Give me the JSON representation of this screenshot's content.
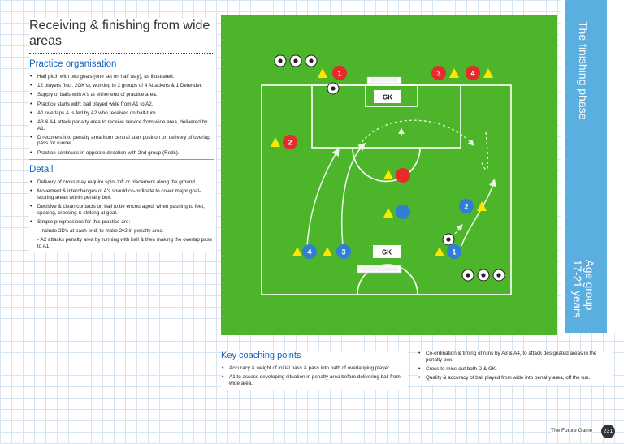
{
  "title": "Receiving & finishing from wide areas",
  "practice_organisation": {
    "heading": "Practice organisation",
    "items": [
      "Half pitch with two goals (one set on half way), as illustrated.",
      "12 players (incl. 2GK's), working in 2 groups of 4 Attackers & 1 Defender.",
      "Supply of balls with A's at either end of practice area.",
      "Practice starts with; ball played wide from A1 to A2.",
      "A1 overlaps & is fed by A2 who receives on half-turn.",
      "A3 & A4 attack penalty area to receive service from wide area, delivered by A1.",
      "D recovers into penalty area from central start position on delivery of overlap pass for runner.",
      "Practice continues in opposite direction with 2nd group (Reds)."
    ]
  },
  "detail": {
    "heading": "Detail",
    "items": [
      "Delivery of cross may require spin, loft or placement along the ground.",
      "Movement & interchanges of A's should co-ordinate to cover major goal-scoring areas within penalty box.",
      "Decisive & clean contacts on ball to be encouraged, when passing to feet, spacing, crossing & striking at goal.",
      "Simple progressions for this practice are:"
    ],
    "sub_items": [
      "- Include 2D's at each end, to make 2v2 in penalty area.",
      "- A2 attacks penalty area by running with ball & then making the overlap pass to A1."
    ]
  },
  "diagram": {
    "gk_top": "GK",
    "gk_bottom": "GK",
    "red_players": [
      "1",
      "2",
      "3",
      "4"
    ],
    "blue_players": [
      "1",
      "2",
      "3",
      "4"
    ]
  },
  "side": {
    "phase": "The finishing phase",
    "age_line1": "Age group",
    "age_line2": "17-21 years"
  },
  "key_coaching_points": {
    "heading": "Key coaching points",
    "left_items": [
      "Accuracy & weight of initial pass & pass into path of overlapping player.",
      "A1 to assess developing situation in penalty area before delivering ball from wide area."
    ],
    "right_items": [
      "Co-ordination & timing of runs by A3 & A4, to attack designated areas in the penalty box.",
      "Cross to miss-out both D & GK.",
      "Quality & accuracy of ball played from wide into penalty area, off the run."
    ]
  },
  "footer": {
    "book": "The Future Game",
    "page": "231"
  },
  "colors": {
    "pitch": "#4cb52a",
    "red": "#e52b2b",
    "blue": "#2f7fd6",
    "cone": "#ffe600",
    "accent": "#1565c0",
    "tab": "#5aaee0"
  }
}
